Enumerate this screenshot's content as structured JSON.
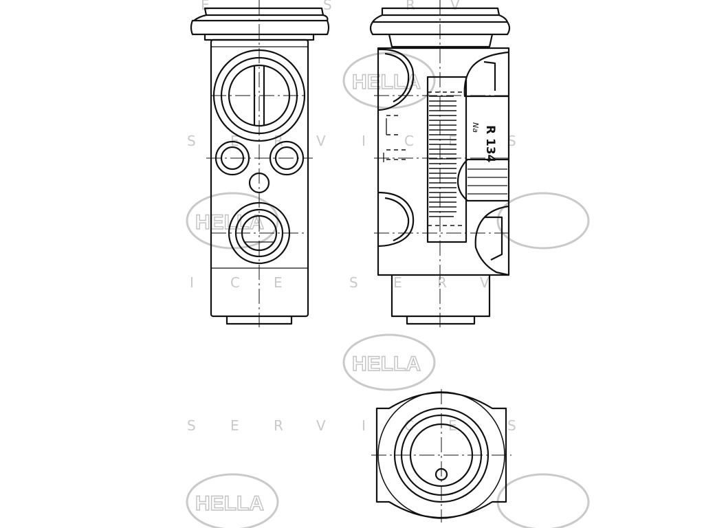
{
  "watermark": {
    "logo_text": "HELLA",
    "service_letters": [
      "S",
      "E",
      "R",
      "V",
      "I",
      "C",
      "E"
    ],
    "color": "#c9c9c9"
  },
  "drawing": {
    "side_marking_main": "R 134",
    "side_marking_small": "Na",
    "line_color": "#111111"
  }
}
